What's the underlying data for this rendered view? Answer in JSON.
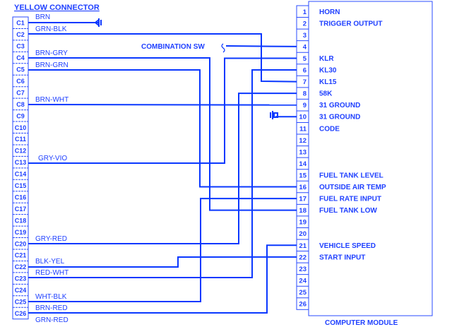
{
  "title": "YELLOW CONNECTOR",
  "module_title": "COMPUTER MODULE",
  "combination_switch_label": "COMBINATION SW",
  "colors": {
    "ink": "#1f40ff",
    "wire": "#0a38ff",
    "background": "#ffffff"
  },
  "connector_pins": [
    "C1",
    "C2",
    "C3",
    "C4",
    "C5",
    "C6",
    "C7",
    "C8",
    "C9",
    "C10",
    "C11",
    "C12",
    "C13",
    "C14",
    "C15",
    "C16",
    "C17",
    "C18",
    "C19",
    "C20",
    "C21",
    "C22",
    "C23",
    "C24",
    "C25",
    "C26"
  ],
  "module_pins": [
    {
      "num": "1",
      "function": "HORN"
    },
    {
      "num": "2",
      "function": "TRIGGER OUTPUT"
    },
    {
      "num": "3",
      "function": ""
    },
    {
      "num": "4",
      "function": ""
    },
    {
      "num": "5",
      "function": "KLR"
    },
    {
      "num": "6",
      "function": "KL30"
    },
    {
      "num": "7",
      "function": "KL15"
    },
    {
      "num": "8",
      "function": "58K"
    },
    {
      "num": "9",
      "function": "31 GROUND"
    },
    {
      "num": "10",
      "function": "31 GROUND"
    },
    {
      "num": "11",
      "function": "CODE"
    },
    {
      "num": "12",
      "function": ""
    },
    {
      "num": "13",
      "function": ""
    },
    {
      "num": "14",
      "function": ""
    },
    {
      "num": "15",
      "function": "FUEL TANK LEVEL"
    },
    {
      "num": "16",
      "function": "OUTSIDE AIR TEMP"
    },
    {
      "num": "17",
      "function": "FUEL RATE INPUT"
    },
    {
      "num": "18",
      "function": "FUEL TANK LOW"
    },
    {
      "num": "19",
      "function": ""
    },
    {
      "num": "20",
      "function": ""
    },
    {
      "num": "21",
      "function": "VEHICLE SPEED"
    },
    {
      "num": "22",
      "function": "START INPUT"
    },
    {
      "num": "23",
      "function": ""
    },
    {
      "num": "24",
      "function": ""
    },
    {
      "num": "25",
      "function": ""
    },
    {
      "num": "26",
      "function": ""
    }
  ],
  "wires": [
    {
      "from": "C1",
      "to": "GROUND",
      "color": "BRN"
    },
    {
      "from": "C2",
      "to": "7",
      "color": "GRN-BLK"
    },
    {
      "from": "COMBINATION SW",
      "to": "4",
      "color": ""
    },
    {
      "from": "C4",
      "to": "18",
      "color": "BRN-GRY"
    },
    {
      "from": "C5",
      "to": "16",
      "color": "BRN-GRN"
    },
    {
      "from": "C8",
      "to": "9",
      "color": "BRN-WHT"
    },
    {
      "from": "C13",
      "to": "5",
      "color": "GRY-VIO"
    },
    {
      "from": "C20",
      "to": "8",
      "color": "GRY-RED"
    },
    {
      "from": "C22",
      "to": "22",
      "color": "BLK-YEL"
    },
    {
      "from": "C23",
      "to": "6",
      "color": "RED-WHT"
    },
    {
      "from": "C25",
      "to": "17",
      "color": "WHT-BLK"
    },
    {
      "from": "C26",
      "to": "21",
      "color": "BRN-RED"
    },
    {
      "from": "C26",
      "to": "",
      "color": "GRN-RED"
    },
    {
      "from": "GROUND",
      "to": "10",
      "color": ""
    }
  ]
}
